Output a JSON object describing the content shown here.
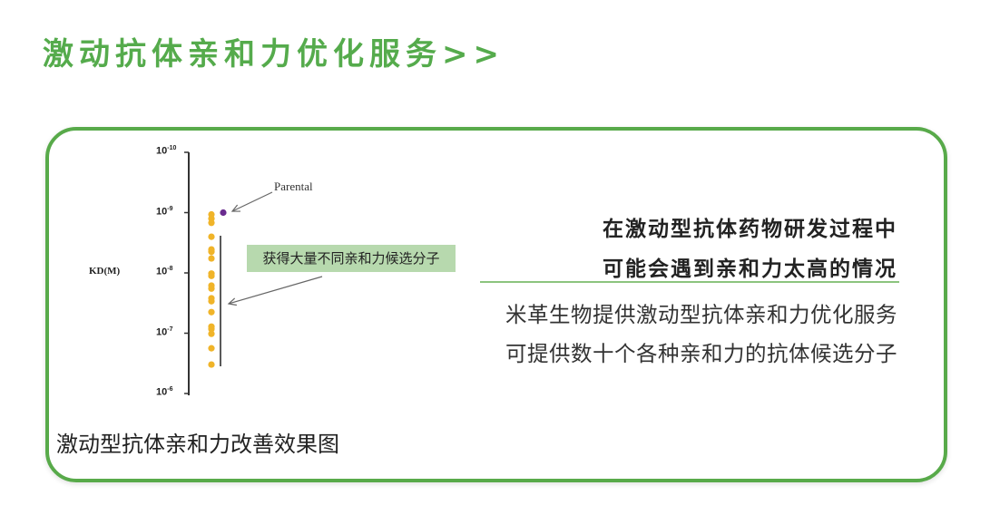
{
  "header": {
    "title": "激动抗体亲和力优化服务>>"
  },
  "chart_data": {
    "type": "scatter",
    "ylabel": "KD(M)",
    "yscale": "log",
    "ylim_exponent": [
      -10,
      -6
    ],
    "ticks": [
      {
        "base": "10",
        "exp": "-10",
        "value": -10
      },
      {
        "base": "10",
        "exp": "-9",
        "value": -9
      },
      {
        "base": "10",
        "exp": "-8",
        "value": -8
      },
      {
        "base": "10",
        "exp": "-7",
        "value": -7
      },
      {
        "base": "10",
        "exp": "-6",
        "value": -6
      }
    ],
    "parental": {
      "label": "Parental",
      "log10_kd": -9.0,
      "color": "#6a2c8f"
    },
    "candidates": {
      "label": "获得大量不同亲和力候选分子",
      "color": "#f0b429",
      "log10_kd": [
        -8.97,
        -8.9,
        -8.83,
        -8.6,
        -8.39,
        -8.35,
        -8.24,
        -7.99,
        -7.95,
        -7.79,
        -7.74,
        -7.58,
        -7.53,
        -7.35,
        -7.11,
        -7.07,
        -6.99,
        -6.75,
        -6.48
      ]
    }
  },
  "card": {
    "caption": "激动型抗体亲和力改善效果图",
    "headline": [
      "在激动型抗体药物研发过程中",
      "可能会遇到亲和力太高的情况"
    ],
    "body": [
      "米革生物提供激动型抗体亲和力优化服务",
      "可提供数十个各种亲和力的抗体候选分子"
    ]
  }
}
